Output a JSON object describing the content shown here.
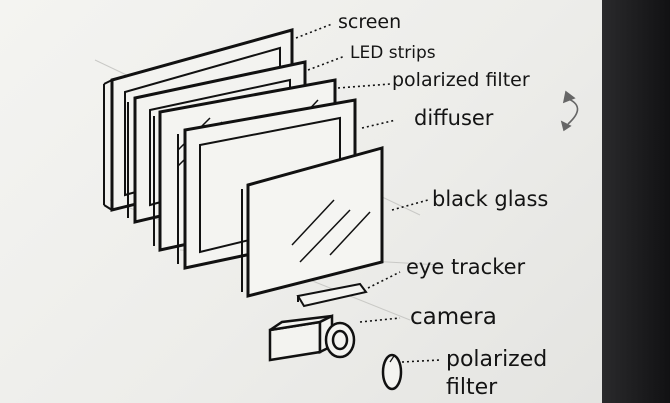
{
  "labels": {
    "screen": "screen",
    "led_strips": "LED strips",
    "polarized_filter_top": "polarized filter",
    "diffuser": "diffuser",
    "black_glass": "black glass",
    "eye_tracker": "eye tracker",
    "camera": "camera",
    "polarized_filter_bottom_line1": "polarized",
    "polarized_filter_bottom_line2": "filter"
  }
}
